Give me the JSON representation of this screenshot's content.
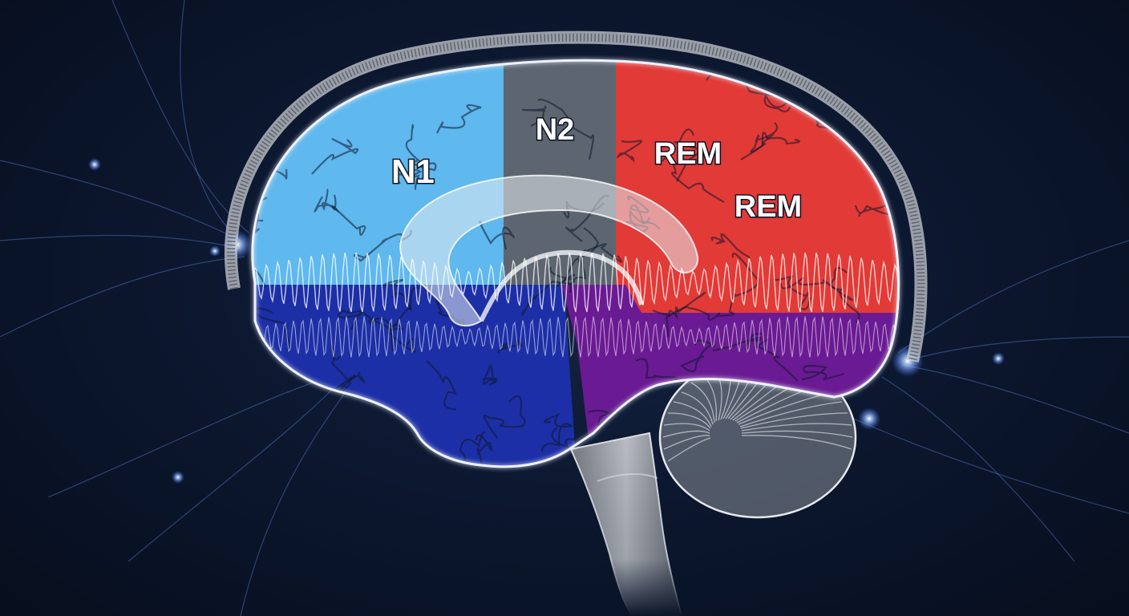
{
  "diagram": {
    "subject": "brain-sagittal-section",
    "labels": {
      "n1": "N1",
      "n2": "N2",
      "rem_1": "REM",
      "rem_2": "REM"
    },
    "colors": {
      "background": "#0c1830",
      "n1_region": "#5fb8ee",
      "n2_region": "#5d6670",
      "rem_region": "#e23a36",
      "lower_front_region": "#1c2fa6",
      "lower_back_region": "#6a1a92",
      "cerebellum": "#8b8f98",
      "brainstem": "#b9bcc2",
      "skull_band": "#c9ccd2",
      "wave_trace": "#ffffff",
      "nerve_glow": "#7fb0ff"
    }
  }
}
